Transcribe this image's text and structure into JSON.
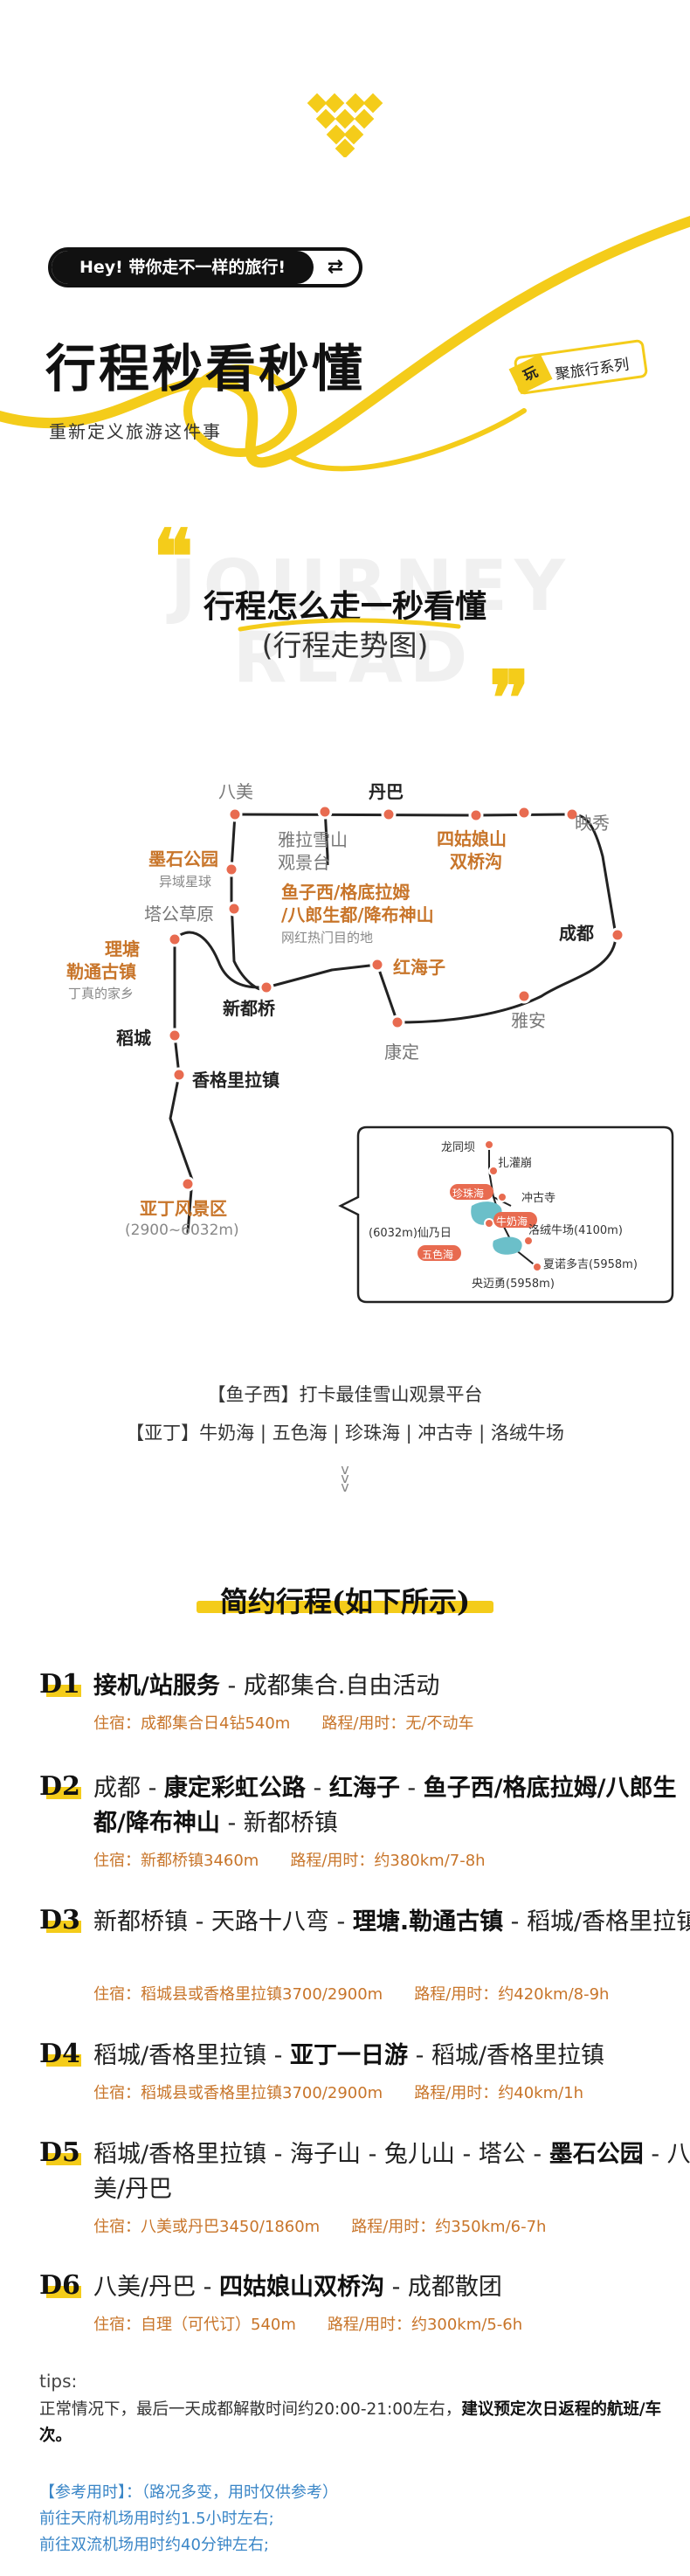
{
  "header": {
    "pill_text": "Hey! 带你走不一样的旅行!",
    "pill_icon": "⇄",
    "title": "行程秒看秒懂",
    "subtitle": "重新定义旅游这件事",
    "series_mark": "玩",
    "series_label": "聚旅行系列"
  },
  "section1": {
    "quote_open": "❝",
    "quote_close": "❞",
    "watermark_line1": "JOURNEY",
    "watermark_line2": "READ",
    "title": "行程怎么走一秒看懂",
    "subtitle": "(行程走势图)"
  },
  "map": {
    "labels": {
      "bamei": "八美",
      "danba": "丹巴",
      "yala": "雅拉雪山",
      "yala_sub": "观景台",
      "shuangqiao": "四姑娘山",
      "shuangqiao2": "双桥沟",
      "yingxiu": "映秀",
      "moshi": "墨石公园",
      "moshi_sub": "异域星球",
      "tagong": "塔公草原",
      "yuzi1": "鱼子西/格底拉姆",
      "yuzi2": "/八郎生都/降布神山",
      "yuzi_sub": "网红热门目的地",
      "chengdu": "成都",
      "litang1": "理塘",
      "litang2": "勒通古镇",
      "litang_sub": "丁真的家乡",
      "hongyizi": "红海子",
      "xinduqiao": "新都桥",
      "yaan": "雅安",
      "daocheng": "稻城",
      "kangding": "康定",
      "shangri": "香格里拉镇",
      "yading": "亚丁风景区",
      "yading_sub": "(2900~6032m)"
    },
    "inset": {
      "longtongba": "龙同坝",
      "zhanzha": "扎灌崩",
      "zhenzhu": "珍珠海",
      "chonggu": "冲古寺",
      "xianna": "(6032m)仙乃日",
      "niunai": "牛奶海",
      "luorong": "洛绒牛场(4100m)",
      "wuse": "五色海",
      "xianuo": "夏诺多吉(5958m)",
      "yangmai": "央迈勇(5958m)"
    }
  },
  "highlights": [
    "【鱼子西】打卡最佳雪山观景平台",
    "【亚丁】牛奶海 | 五色海 | 珍珠海 | 冲古寺 | 洛绒牛场"
  ],
  "section2": {
    "title": "简约行程(如下所示)"
  },
  "days": [
    {
      "tag": "D1",
      "route": "<b>接机/站服务</b> - 成都集合.自由活动",
      "info": "住宿：成都集合日4钻540m　　路程/用时：无/不动车"
    },
    {
      "tag": "D2",
      "route": "成都 - <b>康定彩虹公路</b> - <b>红海子</b> - <b>鱼子西/格底拉姆/八郎生都/降布神山</b> - 新都桥镇",
      "info": "住宿：新都桥镇3460m　　路程/用时：约380km/7-8h"
    },
    {
      "tag": "D3",
      "route": "新都桥镇 - 天路十八弯 - <b>理塘.勒通古镇</b> - 稻城/香格里拉镇",
      "info": "住宿：稻城县或香格里拉镇3700/2900m　　路程/用时：约420km/8-9h"
    },
    {
      "tag": "D4",
      "route": "稻城/香格里拉镇 - <b>亚丁一日游</b> - 稻城/香格里拉镇",
      "info": "住宿：稻城县或香格里拉镇3700/2900m　　路程/用时：约40km/1h"
    },
    {
      "tag": "D5",
      "route": "稻城/香格里拉镇 - 海子山 - 兔儿山 - 塔公 - <b>墨石公园</b> - 八美/丹巴",
      "info": "住宿：八美或丹巴3450/1860m　　路程/用时：约350km/6-7h"
    },
    {
      "tag": "D6",
      "route": "八美/丹巴 - <b>四姑娘山双桥沟</b> - 成都散团",
      "info": "住宿：自理（可代订）540m　　路程/用时：约300km/5-6h"
    }
  ],
  "tips": {
    "title": "tips:",
    "body": "正常情况下，最后一天成都解散时间约20:00-21:00左右，<b>建议预定次日返程的航班/车次。</b>",
    "ref_title": "【参考用时】：（路况多变，用时仅供参考）",
    "ref_line1": "前往天府机场用时约1.5小时左右;",
    "ref_line2": "前往双流机场用时约40分钟左右;"
  },
  "colors": {
    "accent": "#f4cc1a",
    "orange": "#c8752a",
    "blue": "#3a86c7",
    "route_dot": "#e86b50"
  }
}
